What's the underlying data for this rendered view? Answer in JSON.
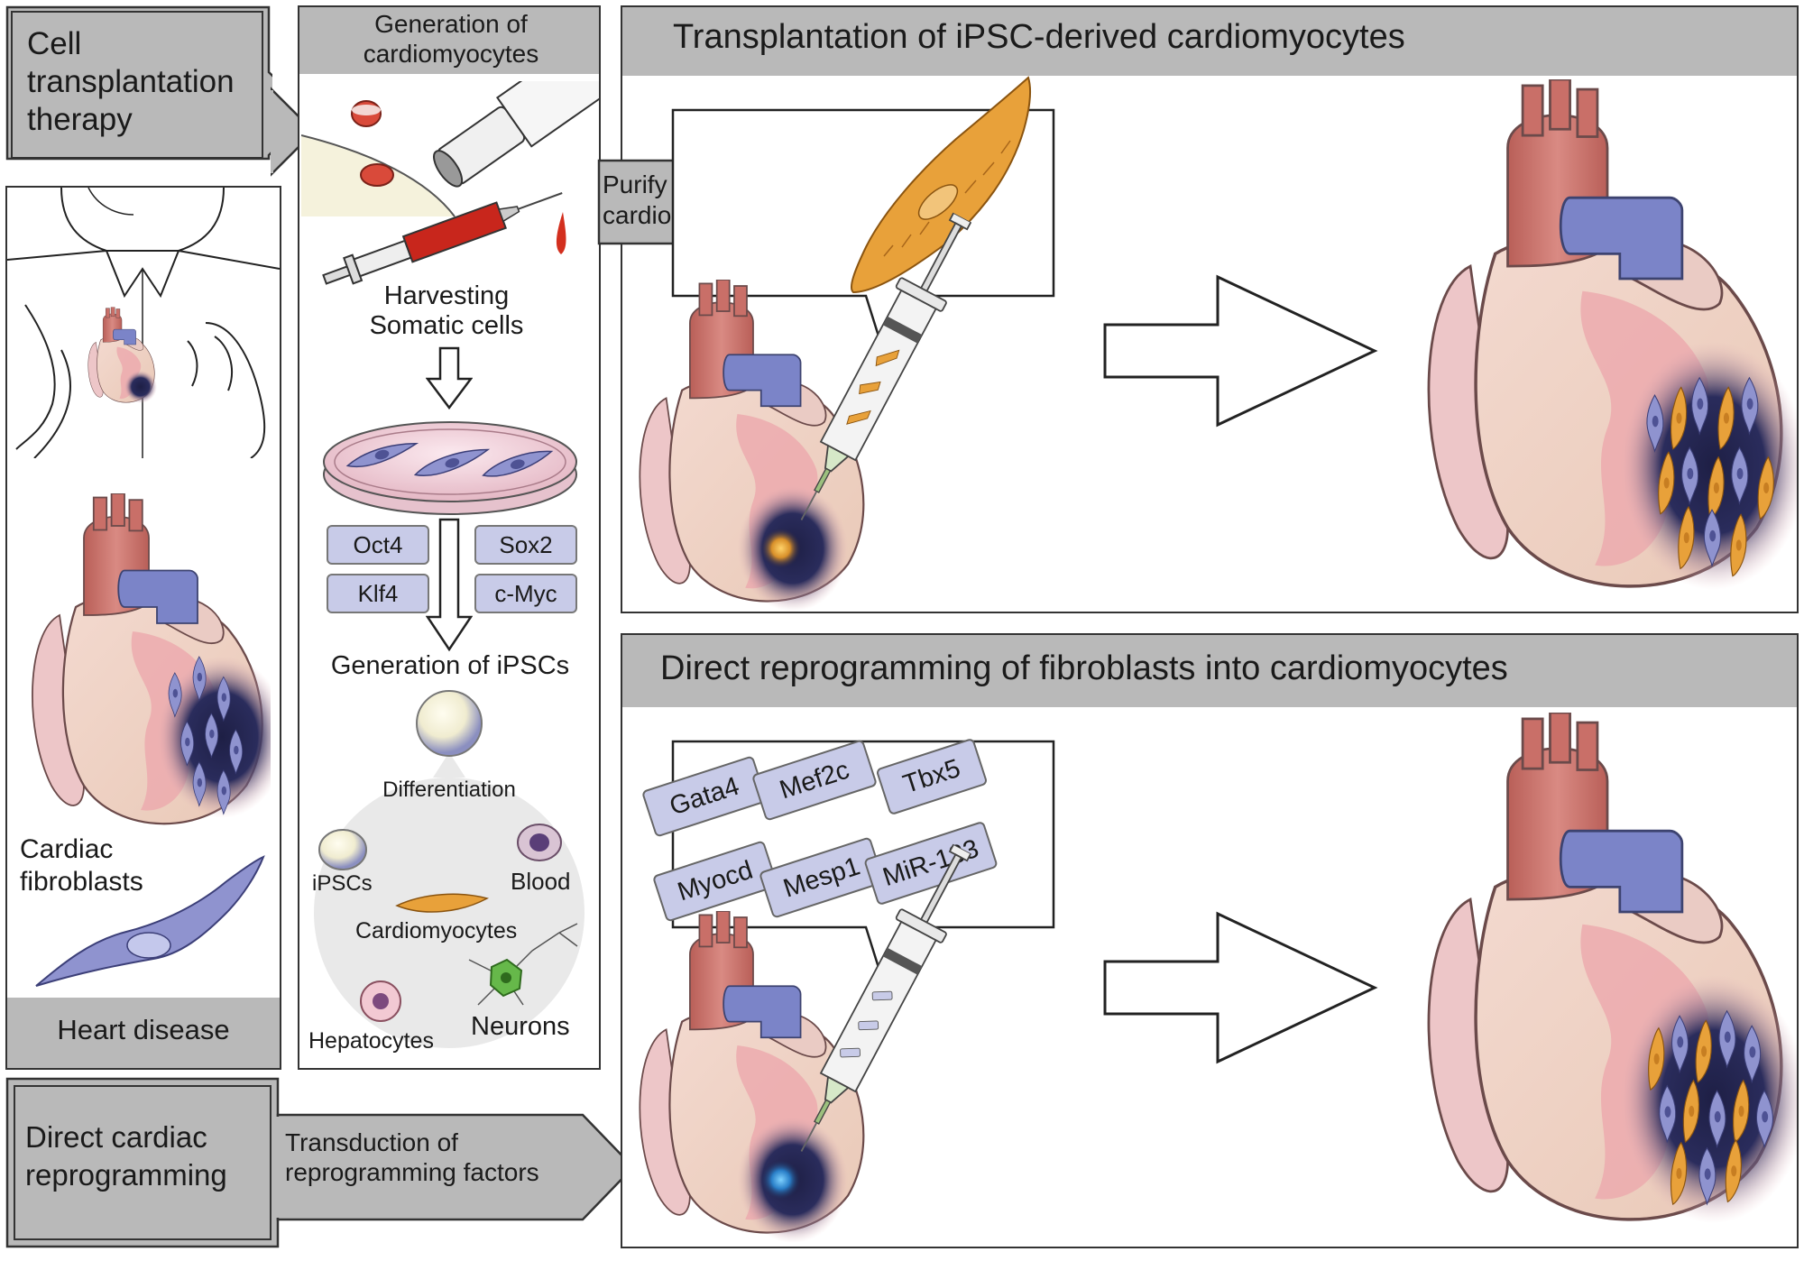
{
  "left_panel": {
    "cell_therapy_label": "Cell transplantation therapy",
    "heart_disease_label": "Heart disease",
    "cardiac_fibroblasts_label": "Cardiac fibroblasts",
    "direct_reprogramming_label": "Direct cardiac reprogramming"
  },
  "middle_panel": {
    "header": "Generation of cardiomyocytes",
    "harvesting_label": "Harvesting Somatic cells",
    "factors": [
      "Oct4",
      "Sox2",
      "Klf4",
      "c-Myc"
    ],
    "ipsc_label": "Generation of iPSCs",
    "differentiation_label": "Differentiation",
    "cell_types": {
      "ipscs": "iPSCs",
      "blood": "Blood",
      "cardiomyocytes": "Cardiomyocytes",
      "hepatocytes": "Hepatocytes",
      "neurons": "Neurons"
    }
  },
  "arrows": {
    "purify_label": "Purify cardiomyocytes",
    "transduction_label": "Transduction of reprogramming factors"
  },
  "top_right": {
    "title": "Transplantation of iPSC-derived cardiomyocytes"
  },
  "bottom_right": {
    "title": "Direct reprogramming of fibroblasts into cardiomyocytes",
    "factors": [
      "Gata4",
      "Mef2c",
      "Tbx5",
      "Myocd",
      "Mesp1",
      "MiR-133"
    ]
  },
  "colors": {
    "header_gray": "#b9b9b9",
    "aorta_red": "#c9716a",
    "vein_blue": "#7b84c8",
    "heart_pink": "#e8b4b8",
    "scar_navy": "#1e1f45",
    "cardiomyocyte_orange": "#e8a13a",
    "fibroblast_lavender": "#8f93cf",
    "factor_box": "#c8cbe8"
  }
}
